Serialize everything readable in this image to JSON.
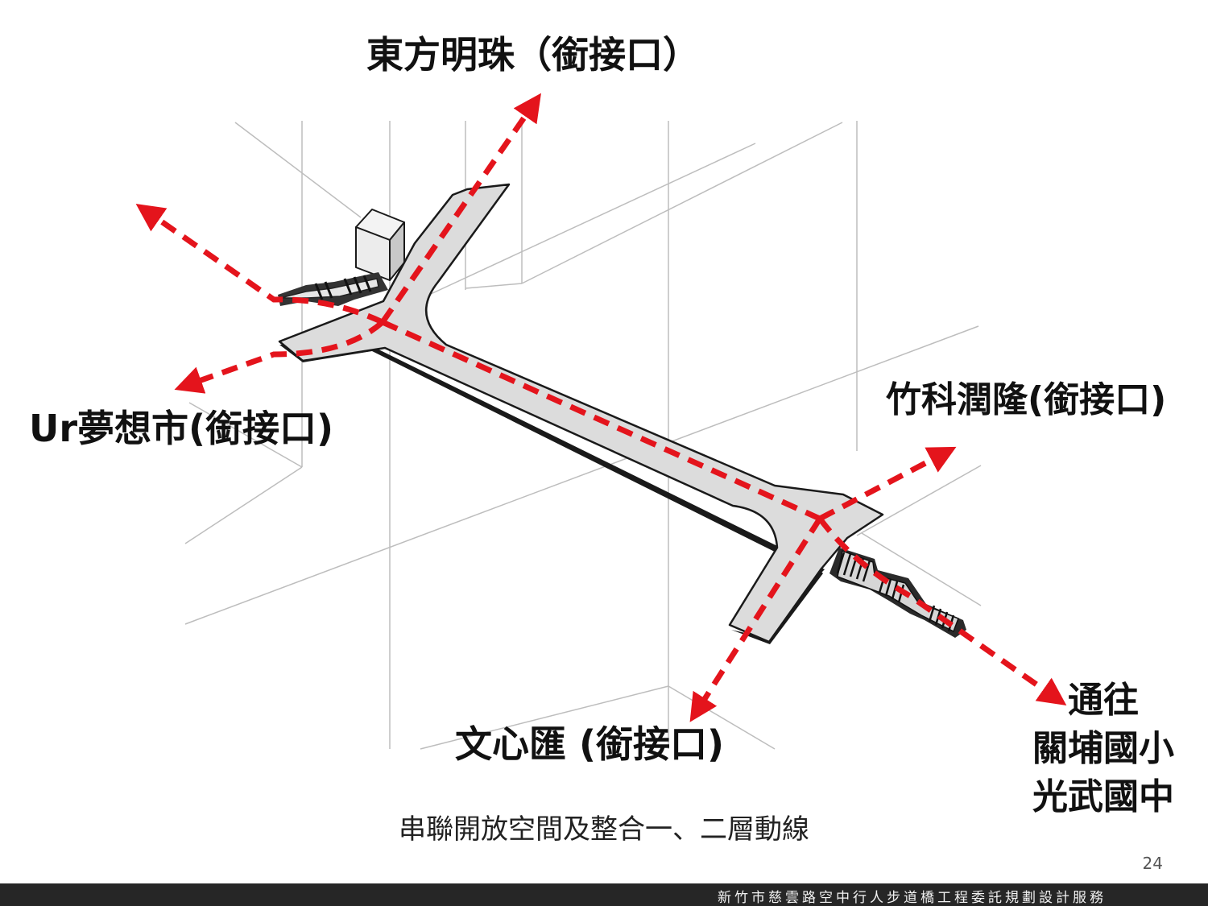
{
  "labels": {
    "north": "東方明珠（銜接口）",
    "west": "Ur夢想市(銜接口)",
    "east": "竹科潤隆(銜接口)",
    "south": "文心匯 (銜接口)",
    "southeast": [
      "通往",
      "關埔國小",
      "光武國中"
    ]
  },
  "caption": "串聯開放空間及整合一、二層動線",
  "page_number": "24",
  "footer": "新竹市慈雲路空中行人步道橋工程委託規劃設計服務",
  "colors": {
    "arrow": "#e4141c",
    "walkway_fill": "#dcdcdc",
    "walkway_edge": "#1a1a1a",
    "context_lines": "#bdbdbd",
    "footer_bar": "#262626"
  }
}
